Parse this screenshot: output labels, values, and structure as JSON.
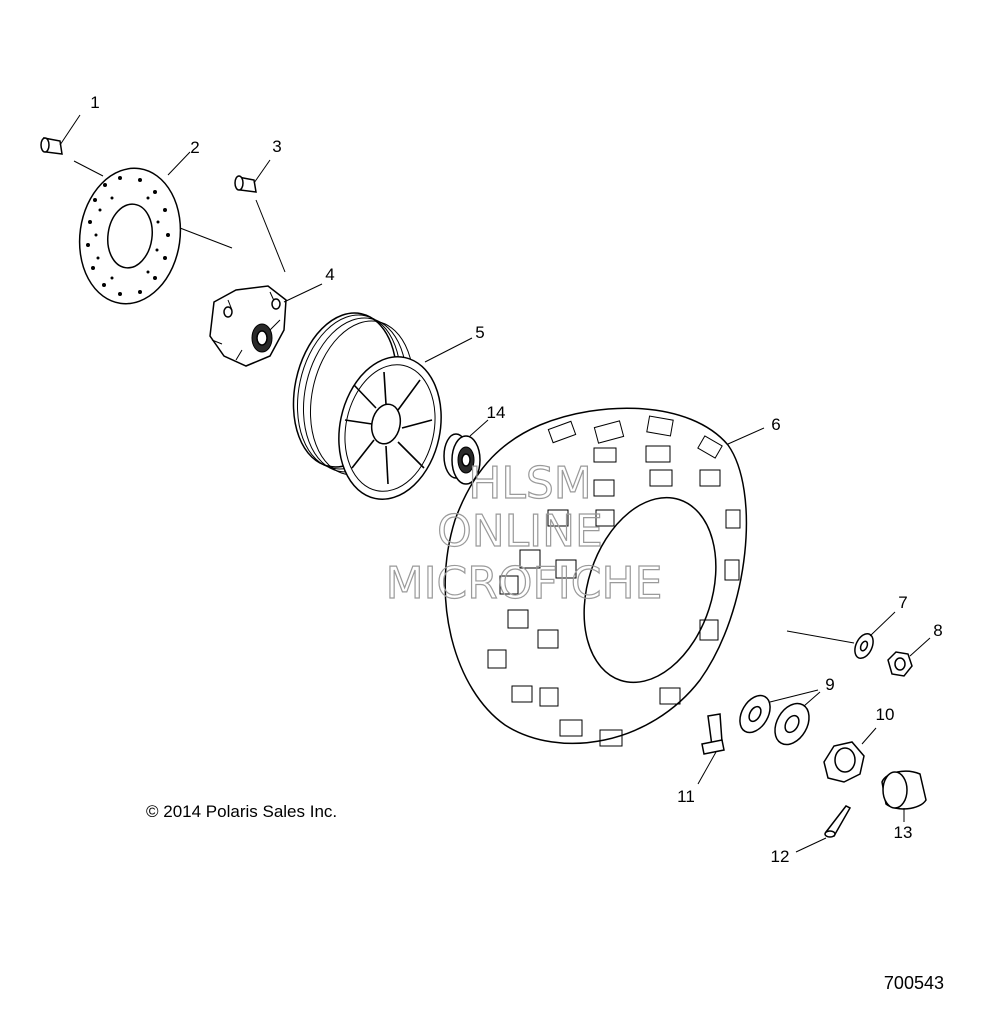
{
  "callouts": [
    "1",
    "2",
    "3",
    "4",
    "5",
    "6",
    "7",
    "8",
    "9",
    "10",
    "11",
    "12",
    "13",
    "14"
  ],
  "copyright": "© 2014 Polaris Sales Inc.",
  "diagram_id": "700543",
  "watermark": [
    "HLSM",
    "ONLINE",
    "MICROFICHE"
  ],
  "colors": {
    "line": "#000000",
    "watermark": "#9a9a9a",
    "background": "#ffffff"
  }
}
